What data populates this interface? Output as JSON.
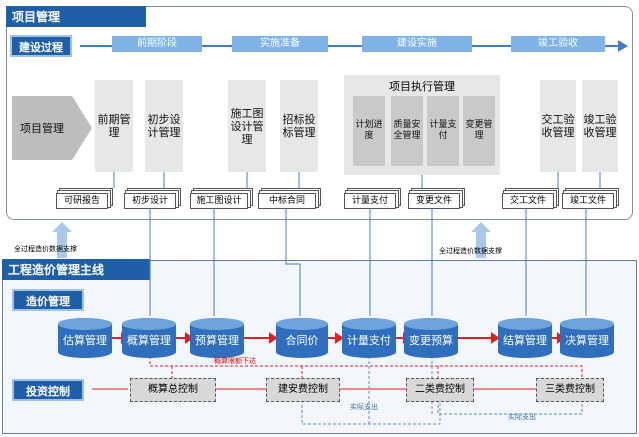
{
  "top": {
    "title": "项目管理",
    "process_label": "建设过程",
    "phases": [
      "前期阶段",
      "实施准备",
      "建设实施",
      "竣工验收"
    ],
    "project_mgmt_label": "项目管理",
    "stages": [
      "前期管理",
      "初步设计管理",
      "施工图设计管理",
      "招标投标管理",
      "交工验收管理",
      "竣工验收管理"
    ],
    "exec": {
      "title": "项目执行管理",
      "items": [
        "计划进度",
        "质量安全管理",
        "计量支付",
        "变更管理"
      ]
    },
    "docs": [
      "可研报告",
      "初步设计",
      "施工图设计",
      "中标合同",
      "计量支付",
      "变更文件",
      "交工文件",
      "竣工文件"
    ]
  },
  "support_left": "全过程造价数据支撑",
  "support_right": "全过程造价数据支撑",
  "bottom": {
    "title": "工程造价管理主线",
    "cost_label": "造价管理",
    "invest_label": "投资控制",
    "cylinders": [
      "估算管理",
      "概算管理",
      "预算管理",
      "合同价",
      "计量支付",
      "变更预算",
      "结算管理",
      "决算管理"
    ],
    "controls": [
      "概算总控制",
      "建安费控制",
      "二类费控制",
      "三类费控制"
    ],
    "budget_note": "概算限额下达",
    "actual_left": "实际支出",
    "actual_right": "实际支出"
  },
  "colors": {
    "title_blue": "#1f5fa8",
    "phase_blue": "#7fb2e5",
    "cylinder_blue": "#2f6fbe",
    "flow_red": "#e02020",
    "control_gray": "#d8d8d8"
  }
}
